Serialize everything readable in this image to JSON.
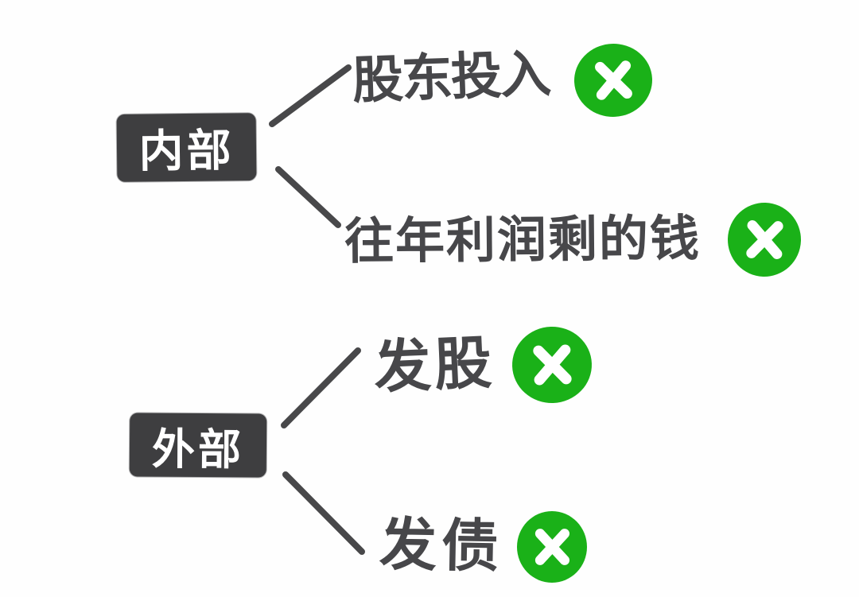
{
  "diagram": {
    "type": "mindmap",
    "groups": [
      {
        "label": "内部",
        "children": [
          {
            "label": "股东投入",
            "marker": "green-cross"
          },
          {
            "label": "往年利润剩的钱",
            "marker": "green-cross"
          }
        ]
      },
      {
        "label": "外部",
        "children": [
          {
            "label": "发股",
            "marker": "green-cross"
          },
          {
            "label": "发债",
            "marker": "green-cross"
          }
        ]
      }
    ],
    "colors": {
      "background": "#ffffff",
      "group_box_fill": "#3e3e40",
      "group_box_text": "#ffffff",
      "branch_text": "#47474a",
      "connector_line": "#48484a",
      "marker_fill": "#1ab118",
      "marker_glyph": "#ffffff"
    }
  }
}
